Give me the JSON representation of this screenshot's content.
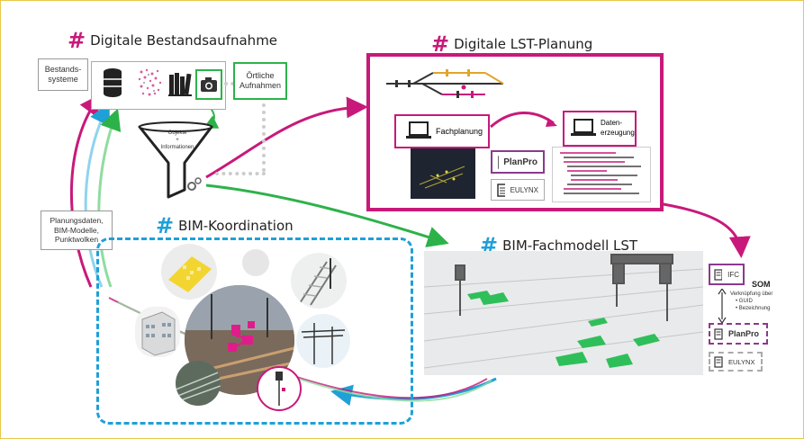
{
  "colors": {
    "magenta": "#c8197a",
    "blue": "#1fa0d6",
    "green": "#2db24a",
    "frame": "#e8c84a"
  },
  "sections": {
    "bestand_title": "Digitale Bestandsaufnahme",
    "lst_title": "Digitale LST-Planung",
    "bim_koord_title": "BIM-Koordination",
    "bim_fach_title": "BIM-Fachmodell LST",
    "hash": "#"
  },
  "bestand": {
    "bestandssysteme": "Bestands-\nsysteme",
    "oertliche": "Örtliche\nAufnahmen",
    "funnel_top": "Objekte",
    "funnel_plus": "+",
    "funnel_bottom": "Informationen",
    "icons": [
      "database-icon",
      "point-cloud-icon",
      "books-icon",
      "camera-icon"
    ]
  },
  "planungsdaten": "Planungsdaten,\nBIM-Modelle,\nPunktwolken",
  "lst": {
    "fachplanung": "Fachplanung",
    "datenerzeugung": "Daten-\nerzeugung",
    "planpro": "PlanPro",
    "eulynx": "EULYNX"
  },
  "fach": {
    "ifc": "IFC",
    "som": "SOM",
    "verknuepfung": "Verknüpfung über",
    "bullets": [
      "GUID",
      "Bezeichnung"
    ],
    "planpro": "PlanPro",
    "eulynx": "EULYNX"
  }
}
